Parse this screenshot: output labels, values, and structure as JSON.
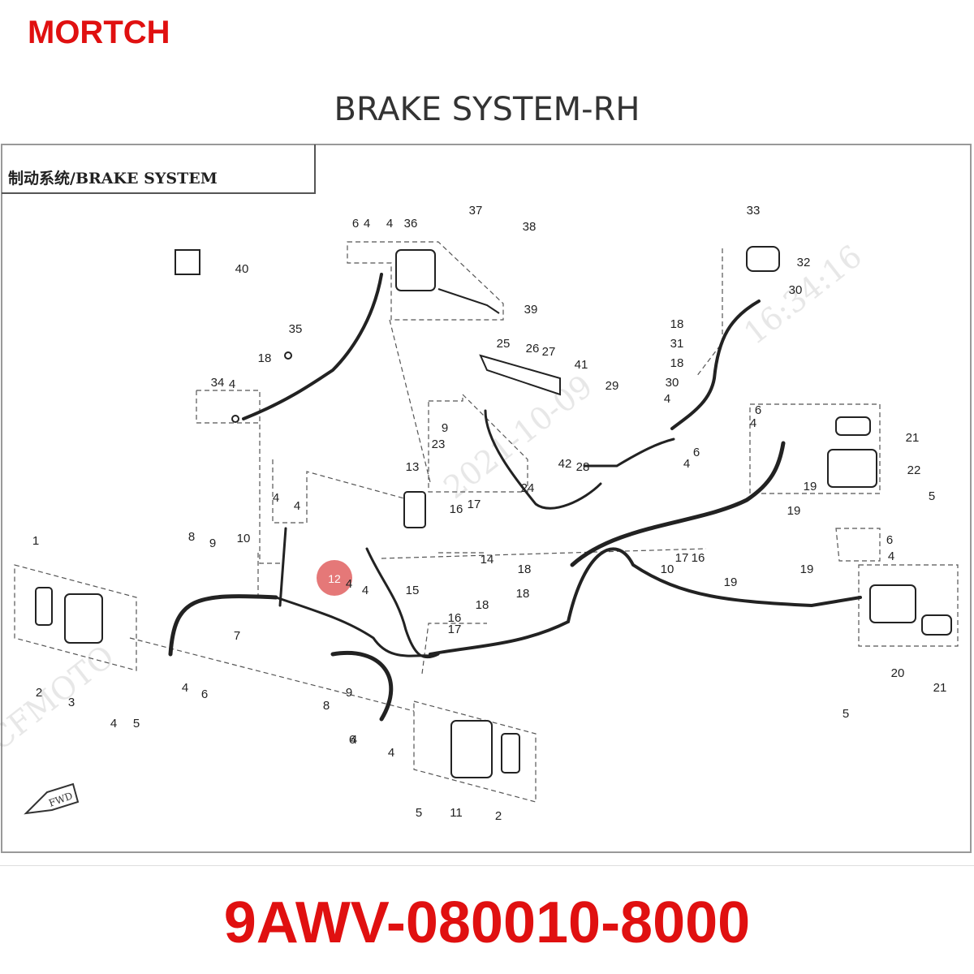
{
  "brand": "MORTCH",
  "title": "BRAKE SYSTEM-RH",
  "diagram": {
    "header": "制动系统/BRAKE SYSTEM",
    "fwd_label": "FWD",
    "highlight_label": "12",
    "watermark_parts": [
      "CFMOTO",
      "2021-10-09",
      "16:34:16"
    ],
    "callouts": [
      "1",
      "2",
      "3",
      "4",
      "5",
      "6",
      "7",
      "8",
      "9",
      "10",
      "11",
      "12",
      "13",
      "14",
      "15",
      "16",
      "17",
      "18",
      "19",
      "20",
      "21",
      "22",
      "23",
      "24",
      "25",
      "26",
      "27",
      "28",
      "29",
      "30",
      "31",
      "32",
      "33",
      "34",
      "35",
      "36",
      "37",
      "38",
      "39",
      "40",
      "41",
      "42"
    ]
  },
  "part_number": "9AWV-080010-8000",
  "colors": {
    "brand_red": "#e01010",
    "title_gray": "#333333",
    "line": "#222222",
    "highlight": "#e06060"
  }
}
